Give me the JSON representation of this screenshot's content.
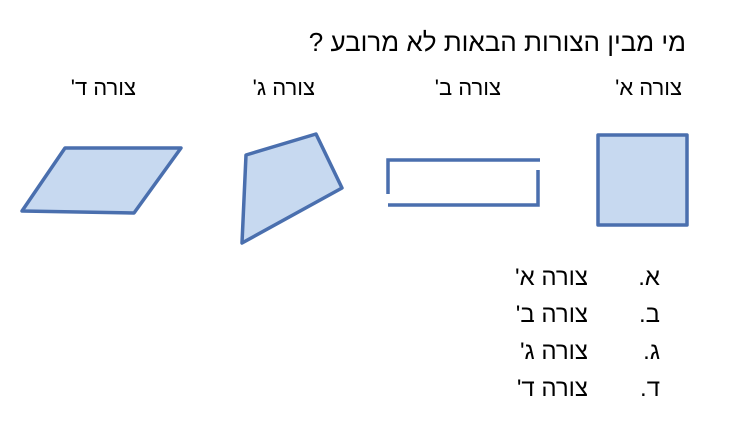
{
  "question": "מי מבין הצורות הבאות לא מרובע ?",
  "shape_labels": {
    "a": "צורה א'",
    "b": "צורה ב'",
    "c": "צורה ג'",
    "d": "צורה ד'"
  },
  "colors": {
    "shape_fill": "#c7d9f0",
    "shape_stroke": "#4a6fae"
  },
  "options": [
    {
      "letter": "א.",
      "text": "צורה א'"
    },
    {
      "letter": "ב.",
      "text": "צורה ב'"
    },
    {
      "letter": "ג.",
      "text": "צורה ג'"
    },
    {
      "letter": "ד.",
      "text": "צורה ד'"
    }
  ]
}
